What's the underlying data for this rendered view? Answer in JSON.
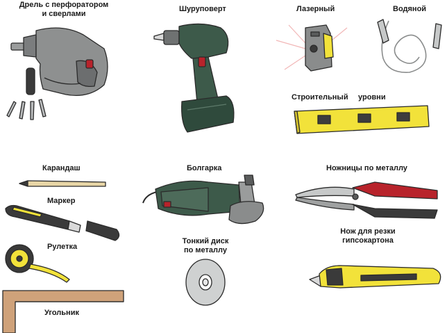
{
  "labels": {
    "drill": [
      "Дрель с перфоратором",
      "и сверлами"
    ],
    "screwdriver": "Шуруповерт",
    "laser": "Лазерный",
    "water": "Водяной",
    "levels": [
      "Строительный",
      "уровни"
    ],
    "pencil": "Карандаш",
    "grinder": "Болгарка",
    "metal_shears": "Ножницы по металлу",
    "marker": "Маркер",
    "tape": "Рулетка",
    "disc": [
      "Тонкий диск",
      "по металлу"
    ],
    "knife": [
      "Нож для резки",
      "гипсокартона"
    ],
    "square": "Угольник"
  },
  "icons": [
    "rotary-hammer-drill-icon",
    "drill-bits-icon",
    "cordless-screwdriver-icon",
    "laser-level-icon",
    "water-level-icon",
    "spirit-level-icon",
    "pencil-icon",
    "angle-grinder-icon",
    "metal-shears-icon",
    "marker-icon",
    "tape-measure-icon",
    "cutting-disc-icon",
    "utility-knife-icon",
    "carpenter-square-icon"
  ],
  "colors": {
    "gray": "#8a8c8c",
    "dark_green": "#3d5a4a",
    "yellow": "#f2e23a",
    "red": "#b8232b",
    "outline": "#2b2b2b"
  }
}
